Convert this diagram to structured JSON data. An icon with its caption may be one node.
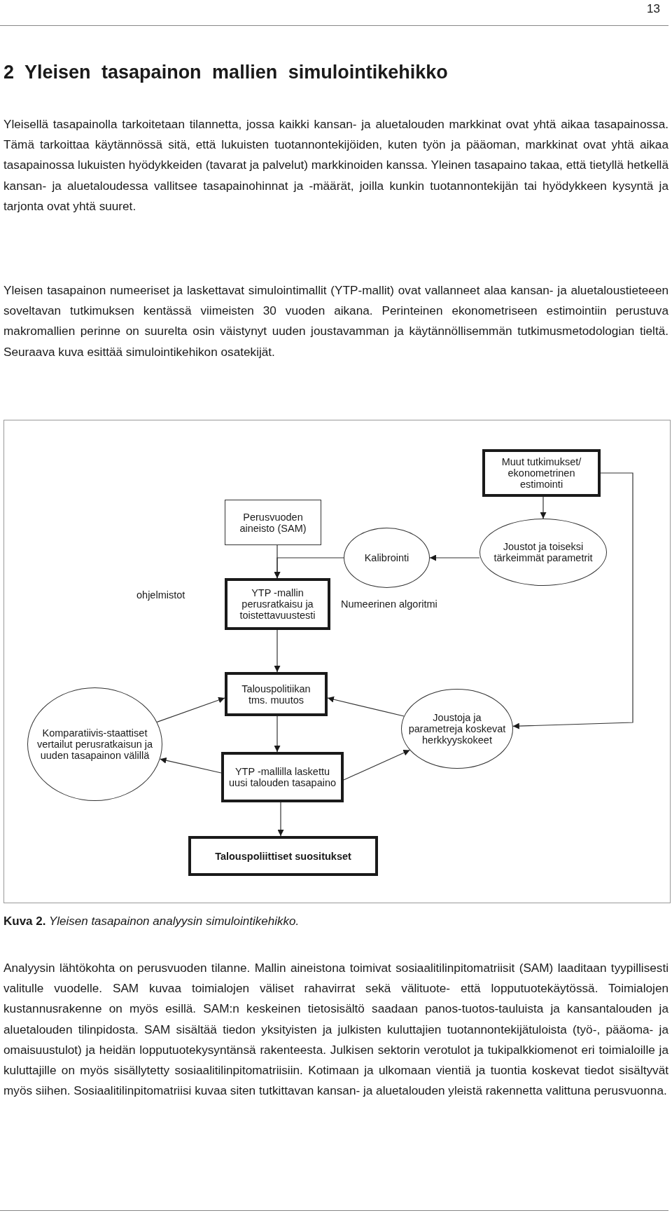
{
  "diagram": {
    "title": "2 Yleisen tasapainon mallien simulointikehikko",
    "caption": "**Kuva 2.** Yleisen tasapainon analyysin simulointikehikko.",
    "nodes": [
      {
        "text": [
          "Muut tutkimukset/ ekonometrinen estimointi"
        ]
      },
      {
        "text": [
          "Perusvuoden aineisto (SAM)"
        ]
      },
      {
        "text": [
          "Kalibrointi"
        ]
      },
      {
        "text": [
          "Joustot ja toiseksi tärkeimmät parametrit"
        ]
      },
      {
        "text": [
          "YTP -mallin perusratkaisu ja toistettavuustesti"
        ]
      },
      {
        "text": [
          "Talouspolitiikan tms. muutos"
        ]
      },
      {
        "text": [
          "Komparatiivis-staattiset vertailut perusratkaisun ja uuden tasapainon välillä"
        ]
      },
      {
        "text": [
          "Joustoja ja parametreja koskevat herkkyyskokeet"
        ]
      },
      {
        "text": [
          "YTP -mallilla laskettu uusi talouden tasapaino"
        ]
      },
      {
        "text": [
          "Talouspoliittiset suositukset"
        ]
      }
    ],
    "edges": [
      {
        "from": 1,
        "to": 4,
        "arrow": "to"
      },
      {
        "from": 2,
        "to": 4,
        "arrow": "to"
      },
      {
        "from": 0,
        "to": 3,
        "arrow": "to"
      },
      {
        "from": 3,
        "to": 2,
        "arrow": "to"
      },
      {
        "from": 0,
        "to": 7,
        "arrow": "to"
      },
      {
        "from": 4,
        "to": 5,
        "arrow": "to"
      },
      {
        "from": 6,
        "to": 5,
        "arrow": "to"
      },
      {
        "from": 7,
        "to": 5,
        "arrow": "to"
      },
      {
        "from": 5,
        "to": 8,
        "arrow": "to"
      },
      {
        "from": 8,
        "to": 6,
        "arrow": "to"
      },
      {
        "from": 8,
        "to": 7,
        "arrow": "to"
      },
      {
        "from": 8,
        "to": 9,
        "arrow": "to"
      }
    ],
    "labels": [
      "13",
      "Yleisellä tasapainolla tarkoitetaan tilannetta, jossa kaikki kansan- ja aluetalouden markkinat ovat yhtä aikaa tasapainossa. Tämä tarkoittaa käytännössä sitä, että lukuisten tuotannontekijöiden, kuten työn ja pääoman, markkinat ovat yhtä aikaa tasapainossa lukuisten hyödykkeiden (tavarat ja palvelut) markkinoiden kanssa. Yleinen tasapaino takaa, että tietyllä hetkellä kansan- ja aluetaloudessa vallitsee tasapainohinnat ja -määrät, joilla kunkin tuotannontekijän tai hyödykkeen kysyntä ja tarjonta ovat yhtä suuret.",
      "Yleisen tasapainon numeeriset ja laskettavat simulointimallit (YTP-mallit) ovat vallanneet alaa kansan- ja aluetaloustieteeen soveltavan tutkimuksen kentässä viimeisten 30 vuoden aikana. Perinteinen ekonometriseen estimointiin perustuva makromallien perinne on suurelta osin väistynyt uuden joustavamman ja käytännöllisemmän tutkimusmetodologian tieltä. Seuraava kuva esittää simulointikehikon osatekijät.",
      "ohjelmistot",
      "Numeerinen algoritmi",
      "Analyysin lähtökohta on perusvuoden tilanne. Mallin aineistona toimivat sosiaalitilinpitomatriisit (SAM) laaditaan tyypillisesti valitulle vuodelle. SAM kuvaa toimialojen väliset rahavirrat sekä välituote- että lopputuotekäytössä. Toimialojen kustannusrakenne on myös esillä. SAM:n keskeinen tietosisältö saadaan panos-tuotos-tauluista ja kansantalouden ja aluetalouden tilinpidosta. SAM sisältää tiedon yksityisten ja julkisten kuluttajien tuotannontekijätuloista (työ-, pääoma- ja omaisuustulot) ja heidän lopputuotekysyntänsä rakenteesta. Julkisen sektorin verotulot ja tukipalkkiomenot eri toimialoille ja kuluttajille on myös sisällytetty sosiaalitilinpitomatriisiin. Kotimaan ja ulkomaan vientiä ja tuontia koskevat tiedot sisältyvät myös siihen. Sosiaalitilinpitomatriisi kuvaa siten tutkittavan kansan- ja aluetalouden yleistä rakennetta valittuna perusvuonna."
    ]
  }
}
